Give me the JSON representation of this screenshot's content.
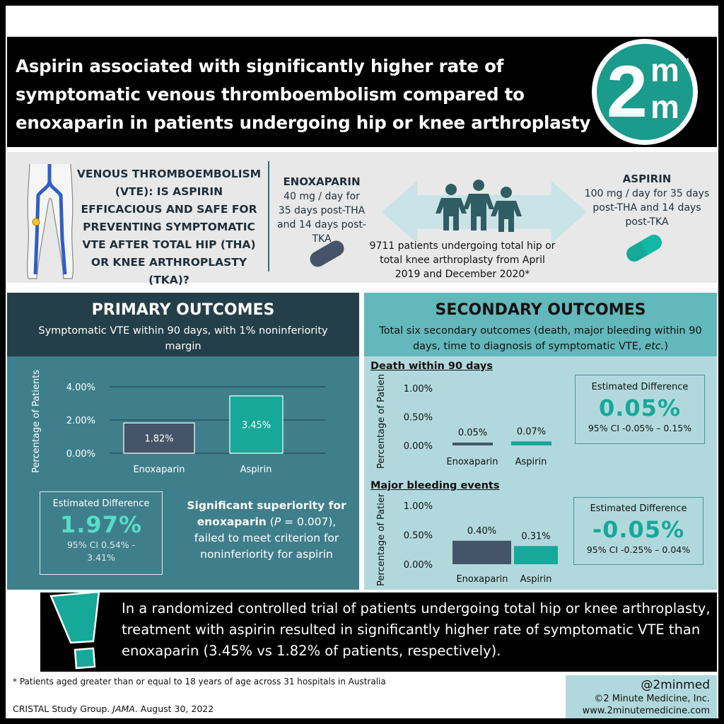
{
  "title": "Aspirin associated with significantly higher rate of symptomatic venous thromboembolism compared to enoxaparin in patients undergoing hip or knee arthroplasty",
  "logo": {
    "two": "2",
    "m1": "m",
    "m2": "m",
    "tm": "TM"
  },
  "question": "VENOUS THROMBOEMBOLISM (VTE): IS ASPIRIN EFFICACIOUS AND SAFE FOR PREVENTING SYMPTOMATIC VTE AFTER TOTAL HIP (THA) OR KNEE ARTHROPLASTY (TKA)?",
  "arms": {
    "enox": {
      "name": "ENOXAPARIN",
      "dose": "40 mg / day for 35 days post-THA and 14 days post-TKA"
    },
    "asp": {
      "name": "ASPIRIN",
      "dose": "100 mg / day for 35 days post-THA and 14 days post-TKA"
    }
  },
  "population": "9711 patients undergoing total hip or total knee arthroplasty from April 2019 and December 2020*",
  "primary": {
    "heading": "PRIMARY OUTCOMES",
    "sub": "Symptomatic VTE within 90 days, with 1% noninferiority margin",
    "est_label": "Estimated Difference",
    "est_value": "1.97%",
    "ci": "95% CI 0.54% - 3.41%",
    "sig_bold1": "Significant superiority for",
    "sig_bold2": "enoxaparin",
    "sig_p_pre": " (",
    "sig_p_var": "P",
    "sig_p_post": " = 0.007), failed to meet criterion for noninferiority for aspirin"
  },
  "secondary": {
    "heading": "SECONDARY OUTCOMES",
    "sub_pre": "Total six secondary outcomes (death, major bleeding within 90 days, time to diagnosis of symptomatic VTE, ",
    "sub_etc": "etc.",
    "sub_post": ")",
    "death": {
      "title": "Death within 90 days",
      "est_label": "Estimated Difference",
      "est_value": "0.05%",
      "ci": "95% CI -0.05% – 0.15%"
    },
    "bleed": {
      "title": "Major bleeding events",
      "est_label": "Estimated Difference",
      "est_value": "-0.05%",
      "ci": "95% CI -0.25% – 0.04%"
    }
  },
  "conclusion": "In a randomized controlled trial of patients undergoing total hip or knee arthroplasty, treatment with aspirin resulted in significantly higher rate of symptomatic VTE than enoxaparin (3.45% vs 1.82% of patients, respectively).",
  "footnote": "* Patients aged greater than or equal to 18 years of age across 31 hospitals in Australia",
  "citation_pre": "CRISTAL Study Group. ",
  "citation_journal": "JAMA",
  "citation_post": ". August 30, 2022",
  "brand": {
    "handle": "@2minmed",
    "copyright": "©2 Minute Medicine, Inc.",
    "url": "www.2minutemedicine.com"
  },
  "colors": {
    "enoxaparin": "#455468",
    "aspirin": "#16a898",
    "accent": "#1a9b8c"
  },
  "chart_data": [
    {
      "type": "bar",
      "ylabel": "Percentage of Patients",
      "categories": [
        "Enoxaparin",
        "Aspirin"
      ],
      "values": [
        1.82,
        3.45
      ],
      "value_labels": [
        "1.82%",
        "3.45%"
      ],
      "yticks": [
        "0.00%",
        "2.00%",
        "4.00%"
      ],
      "ylim": [
        0,
        4
      ],
      "grid": true
    },
    {
      "type": "bar",
      "title": "Death within 90 days",
      "ylabel": "Percentage of Patients",
      "categories": [
        "Enoxaparin",
        "Aspirin"
      ],
      "values": [
        0.05,
        0.07
      ],
      "value_labels": [
        "0.05%",
        "0.07%"
      ],
      "yticks": [
        "0.00%",
        "0.50%",
        "1.00%"
      ],
      "ylim": [
        0,
        1
      ],
      "grid": false
    },
    {
      "type": "bar",
      "title": "Major bleeding events",
      "ylabel": "Percentage of Patients",
      "categories": [
        "Enoxaparin",
        "Aspirin"
      ],
      "values": [
        0.4,
        0.31
      ],
      "value_labels": [
        "0.40%",
        "0.31%"
      ],
      "yticks": [
        "0.00%",
        "0.50%",
        "1.00%"
      ],
      "ylim": [
        0,
        1
      ],
      "grid": false
    }
  ]
}
